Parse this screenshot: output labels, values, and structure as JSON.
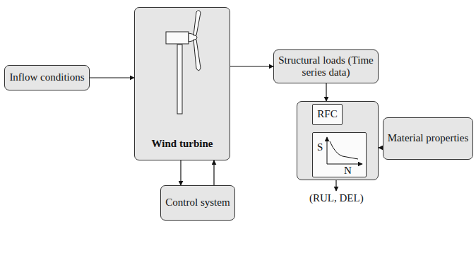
{
  "diagram": {
    "nodes": [
      {
        "text": [
          "Inflow conditions"
        ]
      },
      {
        "text": [
          "Wind turbine"
        ]
      },
      {
        "text": [
          "Structural loads (Time series data)"
        ]
      },
      {
        "text": [
          "Control system"
        ]
      },
      {
        "text": []
      },
      {
        "text": [
          "RFC"
        ],
        "in": 4
      },
      {
        "text": [
          "S",
          "N"
        ],
        "in": 4
      },
      {
        "text": [
          "Material properties"
        ]
      }
    ],
    "edges": [
      {
        "from": 0,
        "to": 1,
        "arrow": "to"
      },
      {
        "from": 1,
        "to": 2,
        "arrow": "to"
      },
      {
        "from": 1,
        "to": 3,
        "arrow": "to"
      },
      {
        "from": 3,
        "to": 1,
        "arrow": "to"
      },
      {
        "from": 2,
        "to": 4,
        "arrow": "to"
      },
      {
        "from": 5,
        "to": 6,
        "arrow": "to"
      },
      {
        "from": 7,
        "to": 4,
        "arrow": "to"
      }
    ],
    "labels": [
      "(RUL, DEL)"
    ]
  }
}
